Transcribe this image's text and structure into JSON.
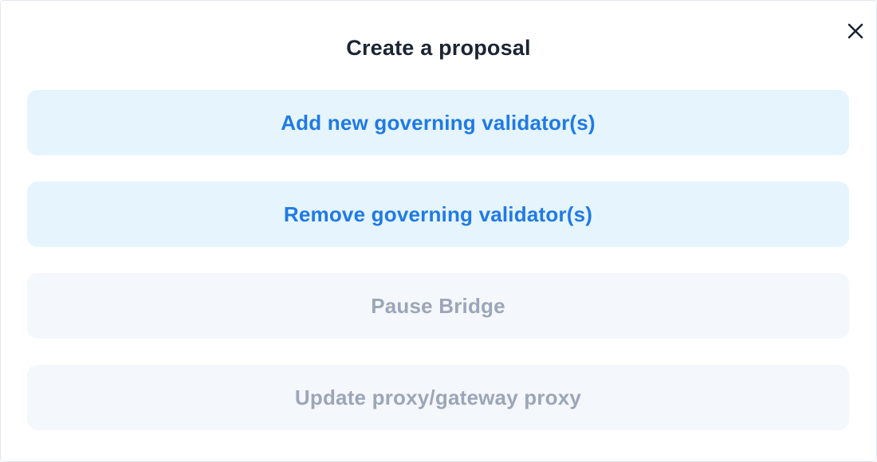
{
  "dialog": {
    "title": "Create a proposal",
    "close_icon": "close-icon"
  },
  "options": [
    {
      "label": "Add new governing validator(s)",
      "enabled": true
    },
    {
      "label": "Remove governing validator(s)",
      "enabled": true
    },
    {
      "label": "Pause Bridge",
      "enabled": false
    },
    {
      "label": "Update proxy/gateway proxy",
      "enabled": false
    }
  ],
  "colors": {
    "enabled_bg": "#e5f4fd",
    "enabled_text": "#1f7ae6",
    "disabled_bg": "#f4f7fb",
    "disabled_text": "#9ca6b8",
    "title_text": "#1b2433"
  }
}
